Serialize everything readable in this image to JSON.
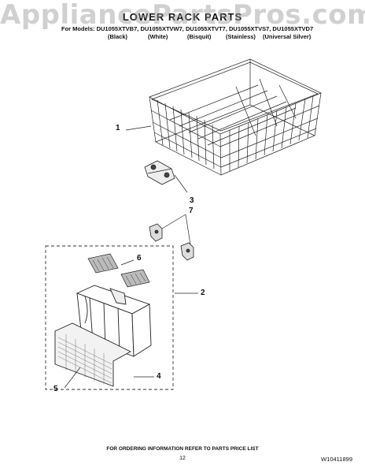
{
  "watermark": "AppliancePartsPros.com",
  "title": "LOWER RACK PARTS",
  "models_line": "For Models: DU1055XTVB7, DU1055XTVW7, DU1055XTVT7, DU1055XTVS7, DU1055XTVD7",
  "colors": [
    "(Black)",
    "(White)",
    "(Bisquit)",
    "(Stainless)",
    "(Universal Silver)"
  ],
  "callouts": [
    "1",
    "3",
    "7",
    "6",
    "2",
    "5",
    "4"
  ],
  "footer_note": "FOR ORDERING INFORMATION REFER TO PARTS PRICE LIST",
  "page_number": "12",
  "document_id": "W10411899"
}
